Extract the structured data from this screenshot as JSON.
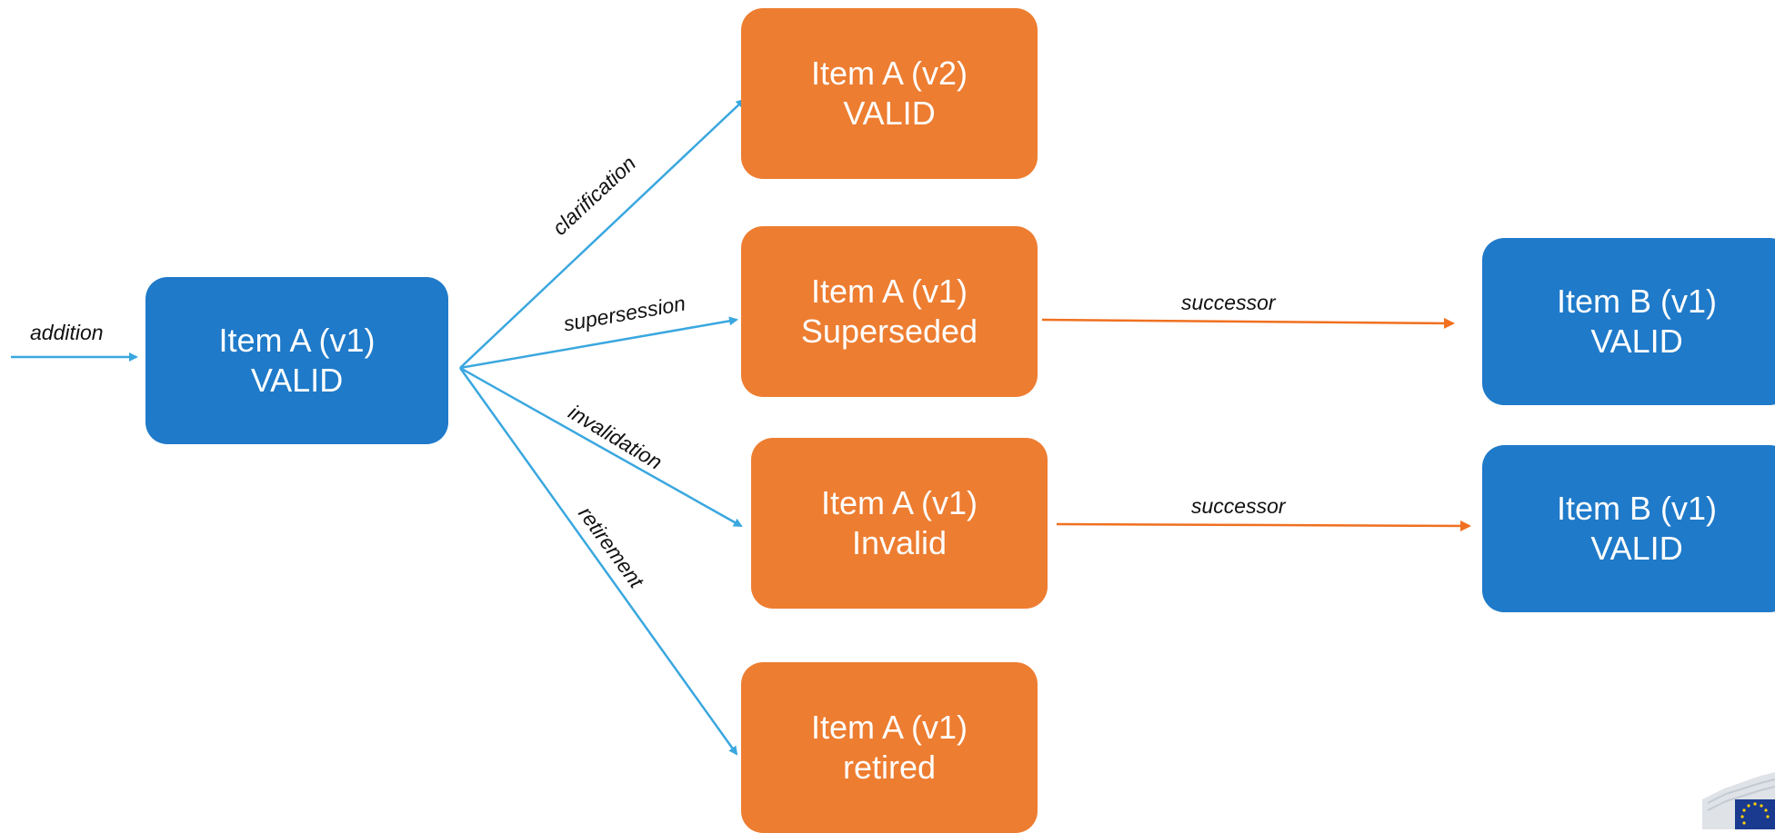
{
  "colors": {
    "blue_box": "#1f7ac9",
    "orange_box": "#ed7d31",
    "blue_arrow": "#3aa7df",
    "orange_arrow": "#f07020"
  },
  "nodes": {
    "a_v1_valid": {
      "line1": "Item A (v1)",
      "line2": "VALID"
    },
    "a_v2_valid": {
      "line1": "Item A (v2)",
      "line2": "VALID"
    },
    "a_v1_superseded": {
      "line1": "Item A (v1)",
      "line2": "Superseded"
    },
    "a_v1_invalid": {
      "line1": "Item A (v1)",
      "line2": "Invalid"
    },
    "a_v1_retired": {
      "line1": "Item A (v1)",
      "line2": "retired"
    },
    "b_v1_valid_top": {
      "line1": "Item B (v1)",
      "line2": "VALID"
    },
    "b_v1_valid_bottom": {
      "line1": "Item B (v1)",
      "line2": "VALID"
    }
  },
  "edges": {
    "addition": "addition",
    "clarification": "clarification",
    "supersession": "supersession",
    "invalidation": "invalidation",
    "retirement": "retirement",
    "successor_top": "successor",
    "successor_bottom": "successor"
  },
  "logo": {
    "icon": "eu-commission-logo"
  }
}
